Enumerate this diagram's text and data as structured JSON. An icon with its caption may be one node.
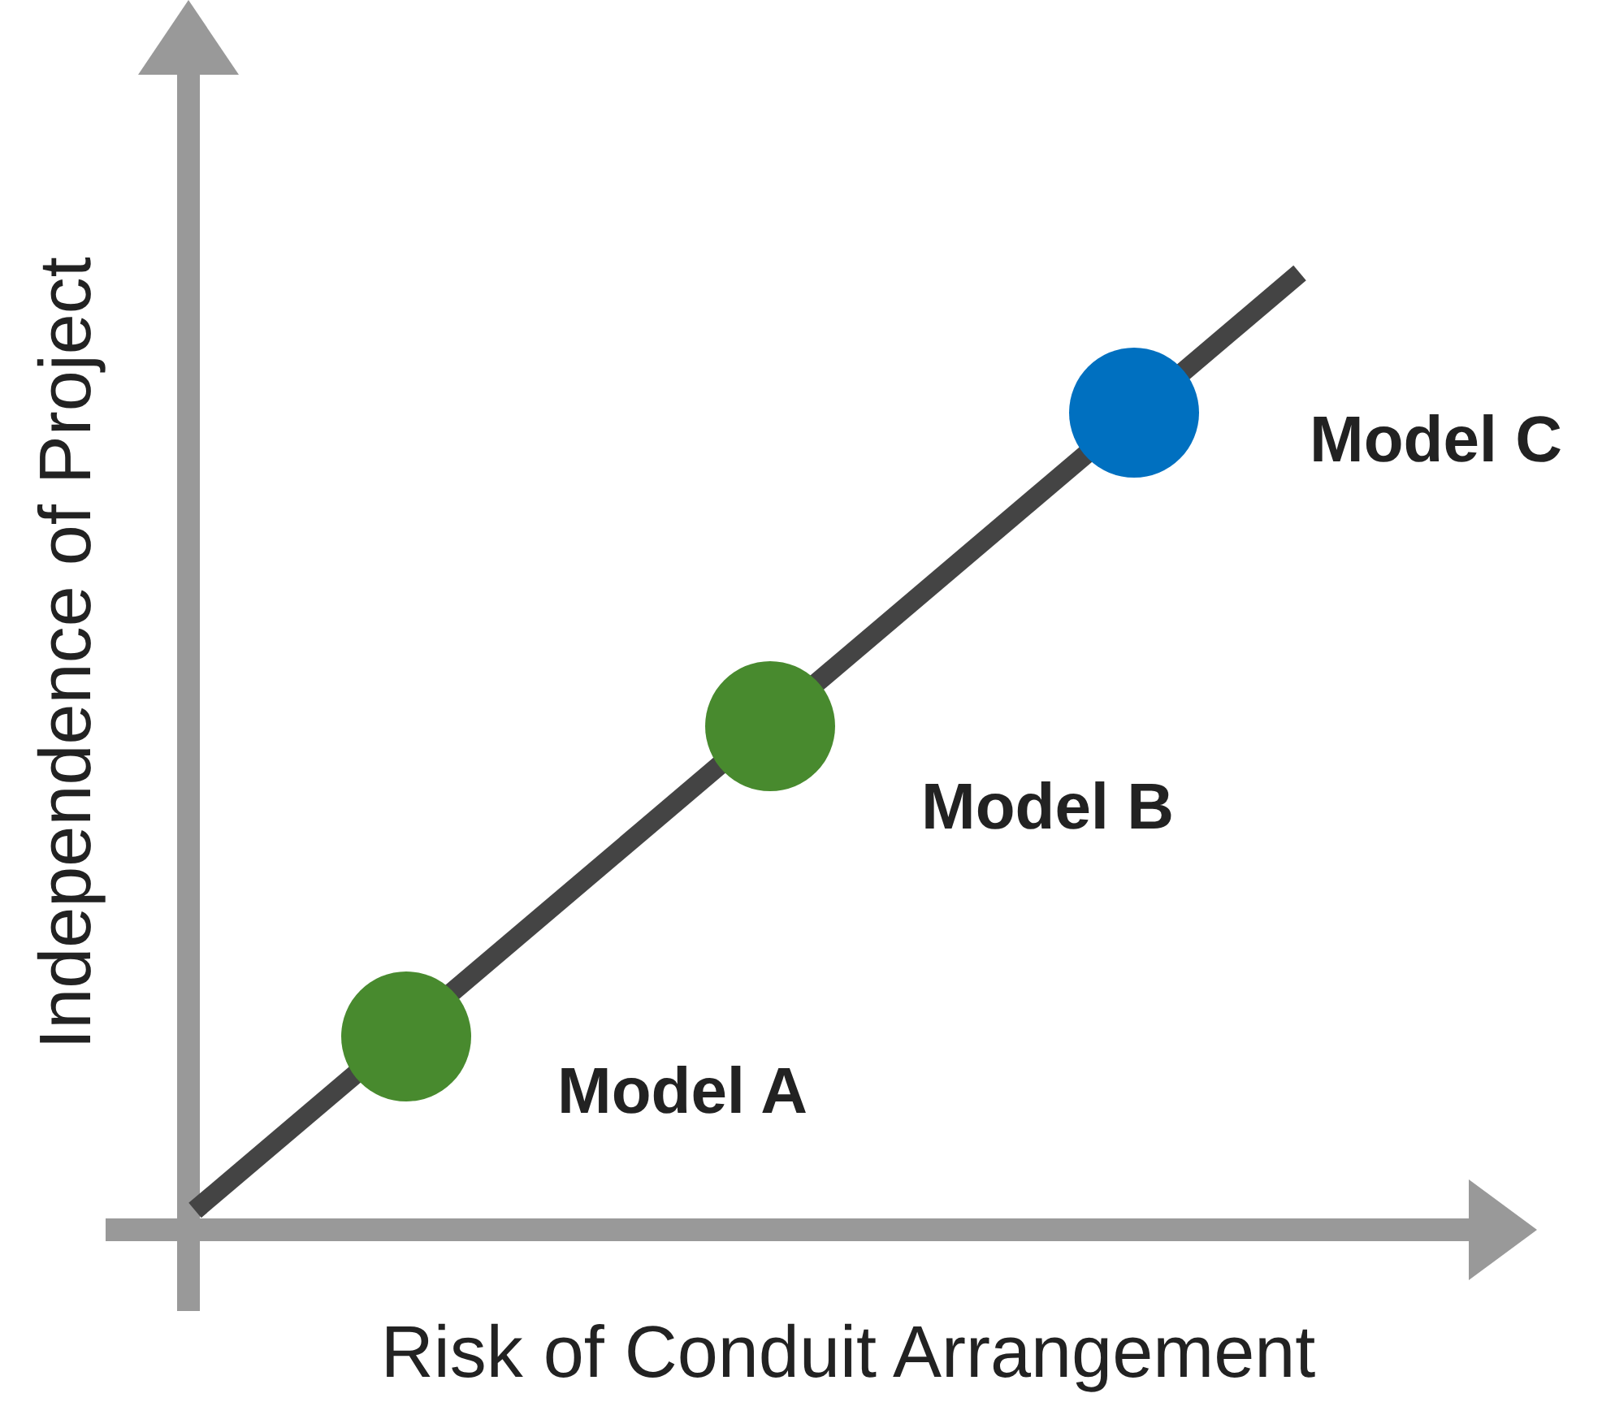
{
  "diagram": {
    "nodes": [
      {
        "text": [],
        "shape": "circle",
        "beside": [
          "Model A"
        ]
      },
      {
        "text": [],
        "shape": "circle",
        "beside": [
          "Model B"
        ]
      },
      {
        "text": [],
        "shape": "circle",
        "beside": [
          "Model C"
        ]
      }
    ],
    "labels": [
      "Independence of Project",
      "Risk of Conduit Arrangement"
    ]
  }
}
